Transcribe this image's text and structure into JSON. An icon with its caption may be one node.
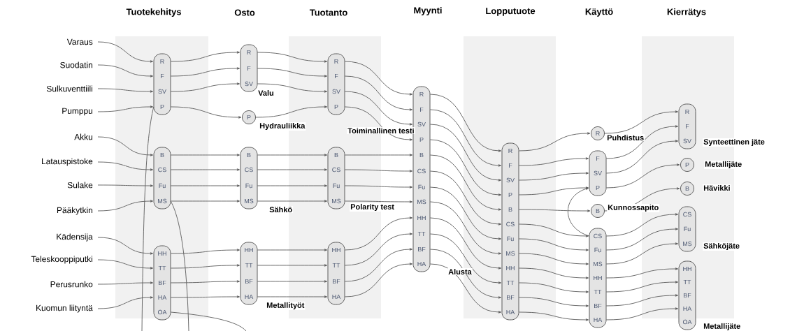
{
  "diagram": {
    "nodes": [
      {
        "text": [
          "Varaus"
        ]
      },
      {
        "text": [
          "Suodatin"
        ]
      },
      {
        "text": [
          "Sulkuventtiili"
        ]
      },
      {
        "text": [
          "Pumppu"
        ]
      },
      {
        "text": [
          "Akku"
        ]
      },
      {
        "text": [
          "Latauspistoke"
        ]
      },
      {
        "text": [
          "Sulake"
        ]
      },
      {
        "text": [
          "Pääkytkin"
        ]
      },
      {
        "text": [
          "Kädensija"
        ]
      },
      {
        "text": [
          "Teleskooppiputki"
        ]
      },
      {
        "text": [
          "Perusrunko"
        ]
      },
      {
        "text": [
          "Kuomun liityntä"
        ]
      },
      {
        "text": [],
        "shape": "capsule"
      },
      {
        "text": [
          "R"
        ],
        "in": 12
      },
      {
        "text": [
          "F"
        ],
        "in": 12
      },
      {
        "text": [
          "SV"
        ],
        "in": 12
      },
      {
        "text": [
          "P"
        ],
        "in": 12
      },
      {
        "text": [],
        "shape": "capsule"
      },
      {
        "text": [
          "B"
        ],
        "in": 17
      },
      {
        "text": [
          "CS"
        ],
        "in": 17
      },
      {
        "text": [
          "Fu"
        ],
        "in": 17
      },
      {
        "text": [
          "MS"
        ],
        "in": 17
      },
      {
        "text": [],
        "shape": "capsule"
      },
      {
        "text": [
          "HH"
        ],
        "in": 22
      },
      {
        "text": [
          "TT"
        ],
        "in": 22
      },
      {
        "text": [
          "BF"
        ],
        "in": 22
      },
      {
        "text": [
          "HA"
        ],
        "in": 22
      },
      {
        "text": [
          "OA"
        ],
        "in": 22
      },
      {
        "text": [],
        "shape": "capsule",
        "beside": [
          "Valu"
        ]
      },
      {
        "text": [
          "R"
        ],
        "in": 28
      },
      {
        "text": [
          "F"
        ],
        "in": 28
      },
      {
        "text": [
          "SV"
        ],
        "in": 28
      },
      {
        "text": [
          "P"
        ],
        "beside": [
          "Hydrauliikka"
        ]
      },
      {
        "text": [],
        "shape": "capsule",
        "beside": [
          "Sähkö"
        ]
      },
      {
        "text": [
          "B"
        ],
        "in": 33
      },
      {
        "text": [
          "CS"
        ],
        "in": 33
      },
      {
        "text": [
          "Fu"
        ],
        "in": 33
      },
      {
        "text": [
          "MS"
        ],
        "in": 33
      },
      {
        "text": [],
        "shape": "capsule",
        "beside": [
          "Metallityöt"
        ]
      },
      {
        "text": [
          "HH"
        ],
        "in": 38
      },
      {
        "text": [
          "TT"
        ],
        "in": 38
      },
      {
        "text": [
          "BF"
        ],
        "in": 38
      },
      {
        "text": [
          "HA"
        ],
        "in": 38
      },
      {
        "text": [],
        "shape": "capsule"
      },
      {
        "text": [
          "R"
        ],
        "in": 43
      },
      {
        "text": [
          "F"
        ],
        "in": 43
      },
      {
        "text": [
          "SV"
        ],
        "in": 43
      },
      {
        "text": [
          "P"
        ],
        "in": 43
      },
      {
        "text": [],
        "shape": "capsule",
        "beside": [
          "Polarity test"
        ]
      },
      {
        "text": [
          "B"
        ],
        "in": 48
      },
      {
        "text": [
          "CS"
        ],
        "in": 48
      },
      {
        "text": [
          "Fu"
        ],
        "in": 48
      },
      {
        "text": [
          "MS"
        ],
        "in": 48
      },
      {
        "text": [],
        "shape": "capsule"
      },
      {
        "text": [
          "HH"
        ],
        "in": 53
      },
      {
        "text": [
          "TT"
        ],
        "in": 53
      },
      {
        "text": [
          "BF"
        ],
        "in": 53
      },
      {
        "text": [
          "HA"
        ],
        "in": 53
      },
      {
        "text": [],
        "shape": "capsule",
        "beside": [
          "Alusta"
        ]
      },
      {
        "text": [
          "R"
        ],
        "in": 58
      },
      {
        "text": [
          "F"
        ],
        "in": 58
      },
      {
        "text": [
          "SV"
        ],
        "in": 58
      },
      {
        "text": [
          "P"
        ],
        "in": 58
      },
      {
        "text": [
          "B"
        ],
        "in": 58
      },
      {
        "text": [
          "CS"
        ],
        "in": 58
      },
      {
        "text": [
          "Fu"
        ],
        "in": 58
      },
      {
        "text": [
          "MS"
        ],
        "in": 58
      },
      {
        "text": [
          "HH"
        ],
        "in": 58
      },
      {
        "text": [
          "TT"
        ],
        "in": 58
      },
      {
        "text": [
          "BF"
        ],
        "in": 58
      },
      {
        "text": [
          "HA"
        ],
        "in": 58
      },
      {
        "text": [],
        "shape": "capsule"
      },
      {
        "text": [
          "R"
        ],
        "in": 71
      },
      {
        "text": [
          "F"
        ],
        "in": 71
      },
      {
        "text": [
          "SV"
        ],
        "in": 71
      },
      {
        "text": [
          "P"
        ],
        "in": 71
      },
      {
        "text": [
          "B"
        ],
        "in": 71
      },
      {
        "text": [
          "CS"
        ],
        "in": 71
      },
      {
        "text": [
          "Fu"
        ],
        "in": 71
      },
      {
        "text": [
          "MS"
        ],
        "in": 71
      },
      {
        "text": [
          "HH"
        ],
        "in": 71
      },
      {
        "text": [
          "TT"
        ],
        "in": 71
      },
      {
        "text": [
          "BF"
        ],
        "in": 71
      },
      {
        "text": [
          "HA"
        ],
        "in": 71
      },
      {
        "text": [
          "R"
        ],
        "beside": [
          "Puhdistus"
        ]
      },
      {
        "text": [],
        "shape": "capsule"
      },
      {
        "text": [
          "F"
        ],
        "in": 85
      },
      {
        "text": [
          "SV"
        ],
        "in": 85
      },
      {
        "text": [
          "P"
        ],
        "in": 85
      },
      {
        "text": [
          "B"
        ],
        "beside": [
          "Kunnossapito"
        ]
      },
      {
        "text": [],
        "shape": "capsule"
      },
      {
        "text": [
          "CS"
        ],
        "in": 90
      },
      {
        "text": [
          "Fu"
        ],
        "in": 90
      },
      {
        "text": [
          "MS"
        ],
        "in": 90
      },
      {
        "text": [
          "HH"
        ],
        "in": 90
      },
      {
        "text": [
          "TT"
        ],
        "in": 90
      },
      {
        "text": [
          "BF"
        ],
        "in": 90
      },
      {
        "text": [
          "HA"
        ],
        "in": 90
      },
      {
        "text": [],
        "shape": "capsule",
        "beside": [
          "Synteettinen jäte"
        ]
      },
      {
        "text": [
          "R"
        ],
        "in": 98
      },
      {
        "text": [
          "F"
        ],
        "in": 98
      },
      {
        "text": [
          "SV"
        ],
        "in": 98
      },
      {
        "text": [
          "P"
        ],
        "beside": [
          "Metallijäte"
        ]
      },
      {
        "text": [
          "B"
        ],
        "beside": [
          "Hävikki"
        ]
      },
      {
        "text": [],
        "shape": "capsule",
        "beside": [
          "Sähköjäte"
        ]
      },
      {
        "text": [
          "CS"
        ],
        "in": 104
      },
      {
        "text": [
          "Fu"
        ],
        "in": 104
      },
      {
        "text": [
          "MS"
        ],
        "in": 104
      },
      {
        "text": [],
        "shape": "capsule",
        "beside": [
          "Metallijäte"
        ]
      },
      {
        "text": [
          "HH"
        ],
        "in": 108
      },
      {
        "text": [
          "TT"
        ],
        "in": 108
      },
      {
        "text": [
          "BF"
        ],
        "in": 108
      },
      {
        "text": [
          "HA"
        ],
        "in": 108
      },
      {
        "text": [
          "OA"
        ],
        "in": 108
      }
    ],
    "edges": [
      {
        "from": 0,
        "to": 13,
        "arrow": "to"
      },
      {
        "from": 1,
        "to": 14,
        "arrow": "to"
      },
      {
        "from": 2,
        "to": 15,
        "arrow": "to"
      },
      {
        "from": 3,
        "to": 16,
        "arrow": "to"
      },
      {
        "from": 4,
        "to": 18,
        "arrow": "to"
      },
      {
        "from": 5,
        "to": 19,
        "arrow": "to"
      },
      {
        "from": 6,
        "to": 20,
        "arrow": "to"
      },
      {
        "from": 7,
        "to": 21,
        "arrow": "to"
      },
      {
        "from": 8,
        "to": 23,
        "arrow": "to"
      },
      {
        "from": 9,
        "to": 24,
        "arrow": "to"
      },
      {
        "from": 10,
        "to": 25,
        "arrow": "to"
      },
      {
        "from": 11,
        "to": 26,
        "arrow": "to"
      },
      {
        "from": 13,
        "to": 29,
        "arrow": "to"
      },
      {
        "from": 14,
        "to": 30,
        "arrow": "to"
      },
      {
        "from": 15,
        "to": 31,
        "arrow": "to"
      },
      {
        "from": 16,
        "to": 32,
        "arrow": "to"
      },
      {
        "from": 18,
        "to": 34,
        "arrow": "to"
      },
      {
        "from": 19,
        "to": 35,
        "arrow": "to"
      },
      {
        "from": 20,
        "to": 36,
        "arrow": "to"
      },
      {
        "from": 21,
        "to": 37,
        "arrow": "to"
      },
      {
        "from": 23,
        "to": 39,
        "arrow": "to"
      },
      {
        "from": 24,
        "to": 40,
        "arrow": "to"
      },
      {
        "from": 25,
        "to": 41,
        "arrow": "to"
      },
      {
        "from": 26,
        "to": 42,
        "arrow": "to"
      },
      {
        "from": 27,
        "to": null,
        "arrow": "none"
      },
      {
        "from": 29,
        "to": 44,
        "arrow": "to"
      },
      {
        "from": 30,
        "to": 45,
        "arrow": "to"
      },
      {
        "from": 31,
        "to": 46,
        "arrow": "to"
      },
      {
        "from": 32,
        "to": 47,
        "arrow": "to"
      },
      {
        "from": 34,
        "to": 49,
        "arrow": "to"
      },
      {
        "from": 35,
        "to": 50,
        "arrow": "to"
      },
      {
        "from": 36,
        "to": 51,
        "arrow": "to"
      },
      {
        "from": 37,
        "to": 52,
        "arrow": "to"
      },
      {
        "from": 39,
        "to": 54,
        "arrow": "to"
      },
      {
        "from": 40,
        "to": 55,
        "arrow": "to"
      },
      {
        "from": 41,
        "to": 56,
        "arrow": "to"
      },
      {
        "from": 42,
        "to": 57,
        "arrow": "to"
      },
      {
        "from": 44,
        "to": 59,
        "arrow": "to"
      },
      {
        "from": 45,
        "to": 60,
        "arrow": "to"
      },
      {
        "from": 46,
        "to": 61,
        "arrow": "to"
      },
      {
        "from": 47,
        "to": 62,
        "arrow": "to"
      },
      {
        "from": 49,
        "to": 63,
        "arrow": "to"
      },
      {
        "from": 50,
        "to": 64,
        "arrow": "to"
      },
      {
        "from": 51,
        "to": 65,
        "arrow": "to"
      },
      {
        "from": 52,
        "to": 66,
        "arrow": "to"
      },
      {
        "from": 54,
        "to": 67,
        "arrow": "to"
      },
      {
        "from": 55,
        "to": 68,
        "arrow": "to"
      },
      {
        "from": 56,
        "to": 69,
        "arrow": "to"
      },
      {
        "from": 57,
        "to": 70,
        "arrow": "to"
      },
      {
        "from": 59,
        "to": 72,
        "arrow": "to"
      },
      {
        "from": 60,
        "to": 73,
        "arrow": "to"
      },
      {
        "from": 61,
        "to": 74,
        "arrow": "to"
      },
      {
        "from": 62,
        "to": 75,
        "arrow": "to"
      },
      {
        "from": 63,
        "to": 76,
        "arrow": "to"
      },
      {
        "from": 64,
        "to": 77,
        "arrow": "to"
      },
      {
        "from": 65,
        "to": 78,
        "arrow": "to"
      },
      {
        "from": 66,
        "to": 79,
        "arrow": "to"
      },
      {
        "from": 67,
        "to": 80,
        "arrow": "to"
      },
      {
        "from": 68,
        "to": 81,
        "arrow": "to"
      },
      {
        "from": 69,
        "to": 82,
        "arrow": "to"
      },
      {
        "from": 70,
        "to": 83,
        "arrow": "to"
      },
      {
        "from": 72,
        "to": 84,
        "arrow": "to"
      },
      {
        "from": 73,
        "to": 86,
        "arrow": "to"
      },
      {
        "from": 74,
        "to": 87,
        "arrow": "to"
      },
      {
        "from": 75,
        "to": 88,
        "arrow": "to"
      },
      {
        "from": 76,
        "to": 89,
        "arrow": "to"
      },
      {
        "from": 77,
        "to": 91,
        "arrow": "to"
      },
      {
        "from": 78,
        "to": 92,
        "arrow": "to"
      },
      {
        "from": 79,
        "to": 93,
        "arrow": "to"
      },
      {
        "from": 80,
        "to": 94,
        "arrow": "to"
      },
      {
        "from": 81,
        "to": 95,
        "arrow": "to"
      },
      {
        "from": 82,
        "to": 96,
        "arrow": "to"
      },
      {
        "from": 83,
        "to": 97,
        "arrow": "to"
      },
      {
        "from": 84,
        "to": 99,
        "arrow": "to"
      },
      {
        "from": 86,
        "to": 100,
        "arrow": "to"
      },
      {
        "from": 87,
        "to": 101,
        "arrow": "to"
      },
      {
        "from": 88,
        "to": 102,
        "arrow": "to"
      },
      {
        "from": 89,
        "to": 103,
        "arrow": "to"
      },
      {
        "from": 91,
        "to": 105,
        "arrow": "to"
      },
      {
        "from": 92,
        "to": 106,
        "arrow": "to"
      },
      {
        "from": 93,
        "to": 107,
        "arrow": "to"
      },
      {
        "from": 94,
        "to": 109,
        "arrow": "to"
      },
      {
        "from": 95,
        "to": 110,
        "arrow": "to"
      },
      {
        "from": 96,
        "to": 111,
        "arrow": "to"
      },
      {
        "from": 97,
        "to": 112,
        "arrow": "to"
      },
      {
        "from": 91,
        "to": 88,
        "arrow": "to"
      },
      {
        "from": 16,
        "to": null,
        "arrow": "none"
      },
      {
        "from": 21,
        "to": null,
        "arrow": "none"
      }
    ],
    "labels": [
      "Tuotekehitys",
      "Osto",
      "Tuotanto",
      "Myynti",
      "Lopputuote",
      "Käyttö",
      "Kierrätys",
      "Toiminallinen testi"
    ]
  }
}
